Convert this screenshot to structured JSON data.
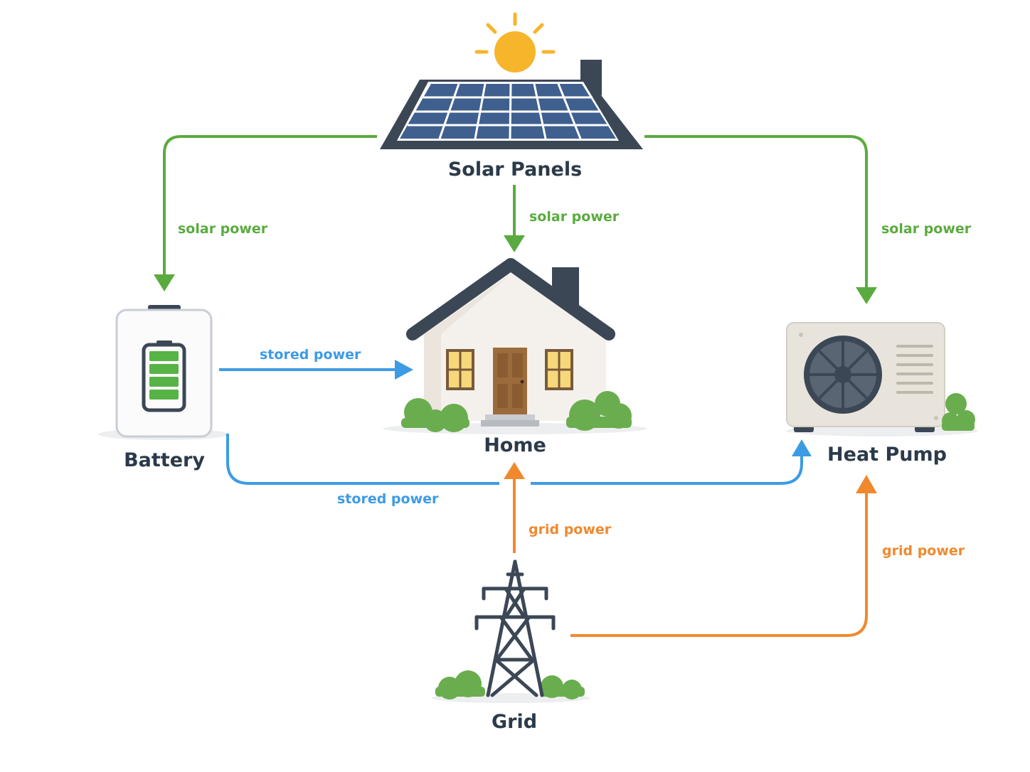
{
  "nodes": {
    "solar": "Solar Panels",
    "home": "Home",
    "battery": "Battery",
    "heatpump": "Heat Pump",
    "grid": "Grid"
  },
  "flows": {
    "solar_to_battery": "solar power",
    "solar_to_home": "solar power",
    "solar_to_heatpump": "solar power",
    "battery_to_home": "stored power",
    "battery_to_heatpump": "stored power",
    "grid_to_home": "grid power",
    "grid_to_heatpump": "grid power"
  },
  "colors": {
    "solar_flow": "#5aab3f",
    "stored_flow": "#3d9be4",
    "grid_flow": "#f0892e",
    "label_text": "#2b3a4a",
    "sun": "#f7b52c",
    "panel": "#3f5f8f",
    "roof": "#3c4756",
    "battery_charge": "#57b346"
  },
  "icons": [
    "sun-icon",
    "solar-panel-icon",
    "house-icon",
    "battery-icon",
    "heat-pump-icon",
    "power-tower-icon"
  ]
}
